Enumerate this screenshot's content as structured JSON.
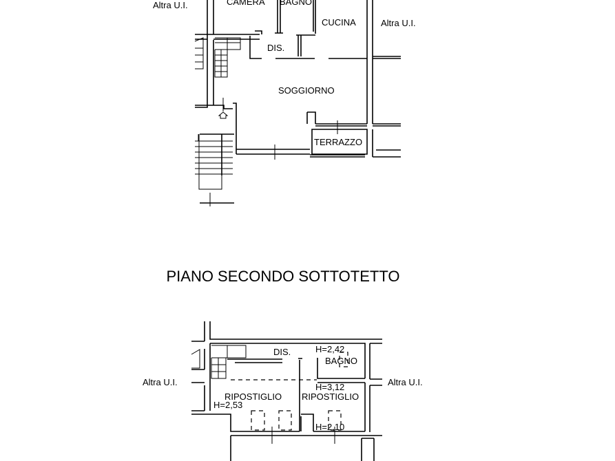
{
  "upper_plan": {
    "rooms": {
      "altra_left": "Altra U.I.",
      "camera": "CAMERA",
      "bagno": "BAGNO",
      "cucina": "CUCINA",
      "altra_right": "Altra U.I.",
      "dis": "DIS.",
      "soggiorno": "SOGGIORNO",
      "terrazzo": "TERRAZZO"
    }
  },
  "section_title": "PIANO SECONDO SOTTOTETTO",
  "lower_plan": {
    "rooms": {
      "dis": "DIS.",
      "bagno": "BAGNO",
      "altra_left": "Altra U.I.",
      "altra_right": "Altra U.I.",
      "ripostiglio_left": "RIPOSTIGLIO",
      "ripostiglio_right": "RIPOSTIGLIO"
    },
    "heights": {
      "bagno": "H=2,42",
      "ripostiglio_right": "H=3,12",
      "ripostiglio_left": "H=2,53",
      "bottom_right": "H=2,10"
    }
  }
}
